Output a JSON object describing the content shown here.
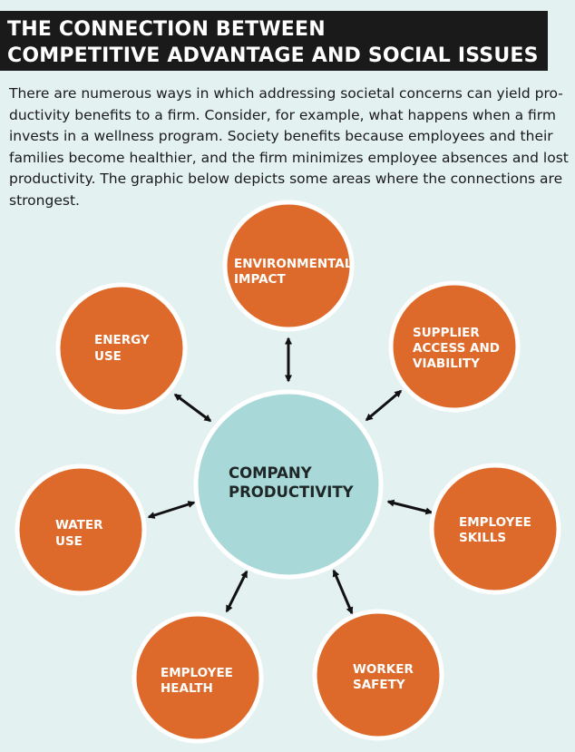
{
  "title": {
    "line1": "THE CONNECTION BETWEEN",
    "line2": "COMPETITIVE ADVANTAGE AND SOCIAL ISSUES"
  },
  "intro": {
    "lines": [
      "There are numerous ways in which addressing societal concerns can yield pro-",
      "ductivity benefits to a firm. Consider, for example, what happens when a firm",
      "invests in a wellness program. Society benefits because employees and their",
      "families become healthier, and the firm minimizes employee absences and lost",
      "productivity. The graphic below depicts some areas where the connections are",
      "strongest."
    ]
  },
  "diagram": {
    "center": {
      "line1": "COMPANY",
      "line2": "PRODUCTIVITY"
    },
    "nodes": {
      "environmental": {
        "line1": "ENVIRONMENTAL",
        "line2": "IMPACT"
      },
      "energy": {
        "line1": "ENERGY",
        "line2": "USE"
      },
      "supplier": {
        "line1": "SUPPLIER",
        "line2": "ACCESS AND",
        "line3": "VIABILITY"
      },
      "water": {
        "line1": "WATER",
        "line2": "USE"
      },
      "skills": {
        "line1": "EMPLOYEE",
        "line2": "SKILLS"
      },
      "health": {
        "line1": "EMPLOYEE",
        "line2": "HEALTH"
      },
      "safety": {
        "line1": "WORKER",
        "line2": "SAFETY"
      }
    },
    "colors": {
      "background": "#e4f1f1",
      "node_fill": "#dd6a2a",
      "center_fill": "#a9d8d8",
      "title_bar": "#1a1a1a",
      "arrow": "#111111"
    }
  }
}
